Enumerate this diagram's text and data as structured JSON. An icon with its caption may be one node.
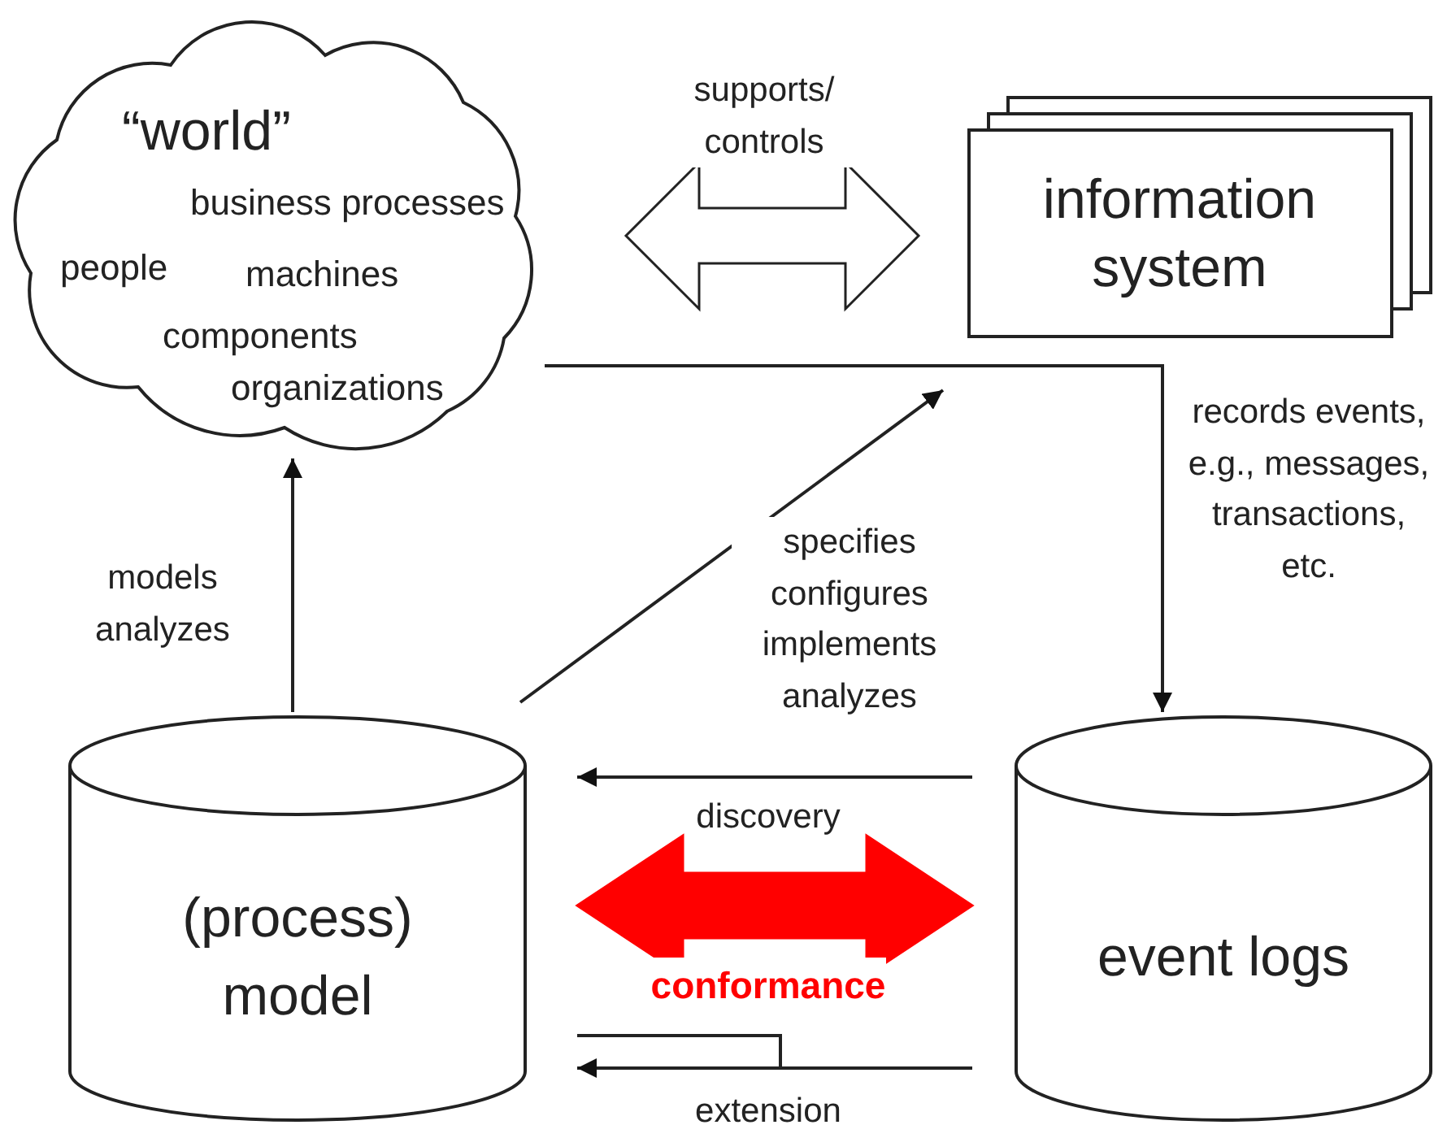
{
  "diagram": {
    "nodes": [
      {
        "text": [
          "“world”",
          "business processes",
          "people",
          "machines",
          "components",
          "organizations"
        ]
      },
      {
        "text": [
          "information system"
        ]
      },
      {
        "text": [
          "(process) model"
        ]
      },
      {
        "text": [
          "event logs"
        ]
      }
    ],
    "edges": [
      {
        "from": 0,
        "to": 1,
        "arrow": "both",
        "label": "supports/ controls",
        "style": "thick"
      },
      {
        "from": 0,
        "to": 3,
        "arrow": "to",
        "label": "records events, e.g., messages, transactions, etc."
      },
      {
        "from": 2,
        "to": 0,
        "arrow": "to",
        "label": "models analyzes"
      },
      {
        "from": 2,
        "to": 1,
        "arrow": "to",
        "label": "specifies configures implements analyzes"
      },
      {
        "from": 3,
        "to": 2,
        "arrow": "to",
        "label": "discovery"
      },
      {
        "from": 2,
        "to": 3,
        "arrow": "both",
        "label": "conformance",
        "style": "thick",
        "color": "#ff0000"
      },
      {
        "from": 3,
        "to": 2,
        "arrow": "to",
        "label": "extension"
      }
    ]
  }
}
